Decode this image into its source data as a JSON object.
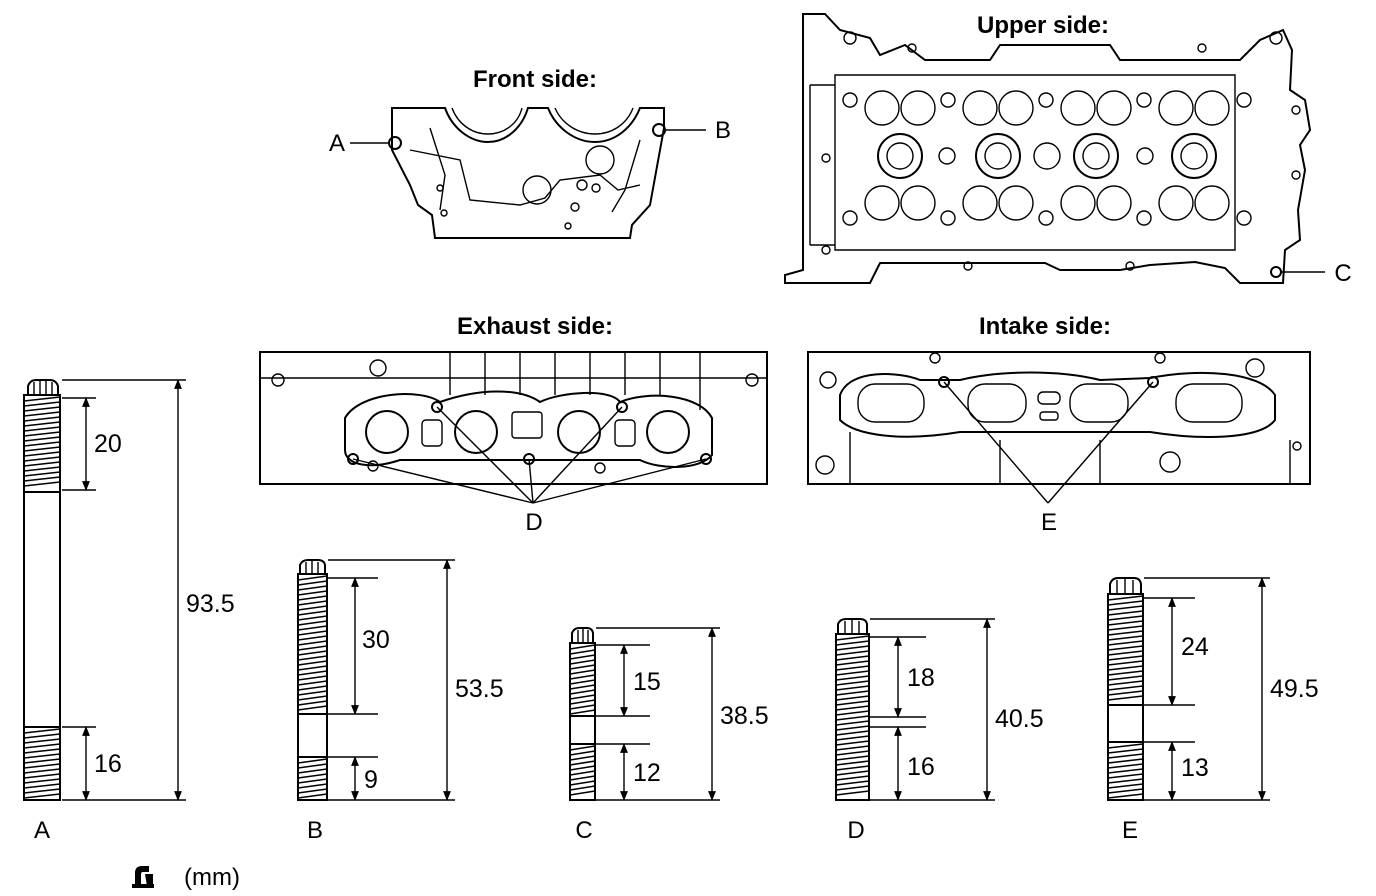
{
  "views": {
    "front": "Front side:",
    "upper": "Upper side:",
    "exhaust": "Exhaust side:",
    "intake": "Intake side:"
  },
  "callouts": {
    "a": "A",
    "b": "B",
    "c": "C",
    "d": "D",
    "e": "E"
  },
  "studs": [
    {
      "label": "A",
      "overall": "93.5",
      "upper_thread": "20",
      "lower_thread": "16"
    },
    {
      "label": "B",
      "overall": "53.5",
      "upper_thread": "30",
      "lower_thread": "9"
    },
    {
      "label": "C",
      "overall": "38.5",
      "upper_thread": "15",
      "lower_thread": "12"
    },
    {
      "label": "D",
      "overall": "40.5",
      "upper_thread": "18",
      "lower_thread": "16"
    },
    {
      "label": "E",
      "overall": "49.5",
      "upper_thread": "24",
      "lower_thread": "13"
    }
  ],
  "unit": "(mm)",
  "unit_icon": "wrench-torque-icon"
}
